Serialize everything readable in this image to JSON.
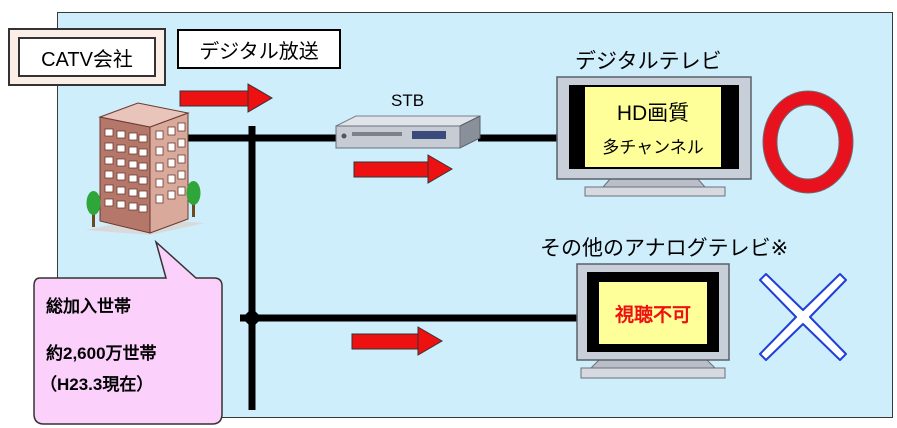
{
  "company_label": "CATV会社",
  "broadcast_label": "デジタル放送",
  "stb_label": "STB",
  "digital_tv": {
    "title": "デジタルテレビ",
    "screen_line1": "HD画質",
    "screen_line2": "多チャンネル",
    "verdict_icon": "red-circle-icon"
  },
  "analog_tv": {
    "title": "その他のアナログテレビ※",
    "screen_text": "視聴不可",
    "verdict_icon": "blue-cross-icon"
  },
  "callout": {
    "line1": "総加入世帯",
    "line2": "約2,600万世帯",
    "line3": "（H23.3現在）"
  },
  "colors": {
    "background": "#cfeefc",
    "arrow": "#ee1111",
    "circle": "#e8121e",
    "cross": "#1f3fd8",
    "screen_yellow": "#ffff99",
    "callout": "#fbd0fb"
  }
}
